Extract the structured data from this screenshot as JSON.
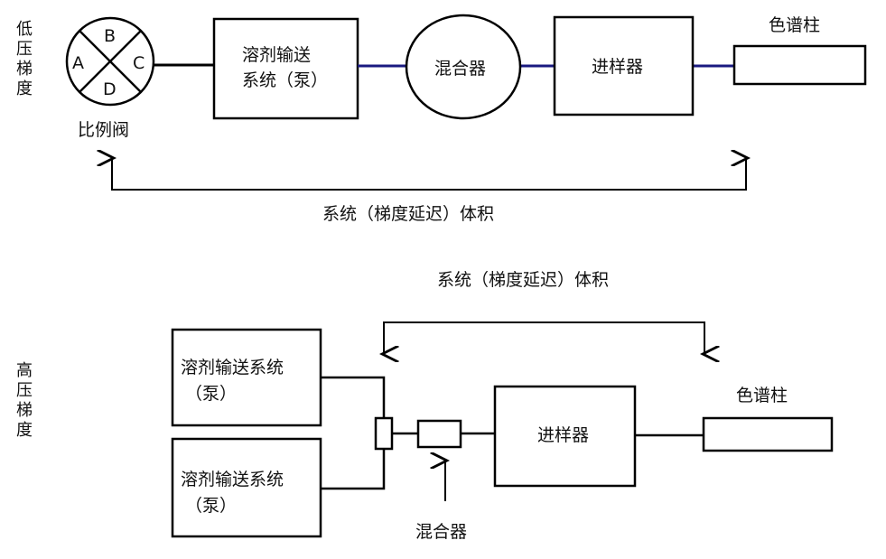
{
  "top": {
    "side_label": [
      "低",
      "压",
      "梯",
      "度"
    ],
    "valve": {
      "letters": {
        "a": "A",
        "b": "B",
        "c": "C",
        "d": "D"
      },
      "caption": "比例阀"
    },
    "pump_lines": [
      "溶剂输送",
      "系统（泵）"
    ],
    "mixer": "混合器",
    "injector": "进样器",
    "column": "色谱柱",
    "delay_volume": "系统（梯度延迟）体积"
  },
  "bottom": {
    "side_label": [
      "高",
      "压",
      "梯",
      "度"
    ],
    "delay_volume": "系统（梯度延迟）体积",
    "pump1_lines": [
      "溶剂输送系统",
      "（泵）"
    ],
    "pump2_lines": [
      "溶剂输送系统",
      "（泵）"
    ],
    "injector": "进样器",
    "column": "色谱柱",
    "mixer": "混合器"
  },
  "colors": {
    "line": "#000000",
    "connector_blue": "#1a1a80"
  }
}
